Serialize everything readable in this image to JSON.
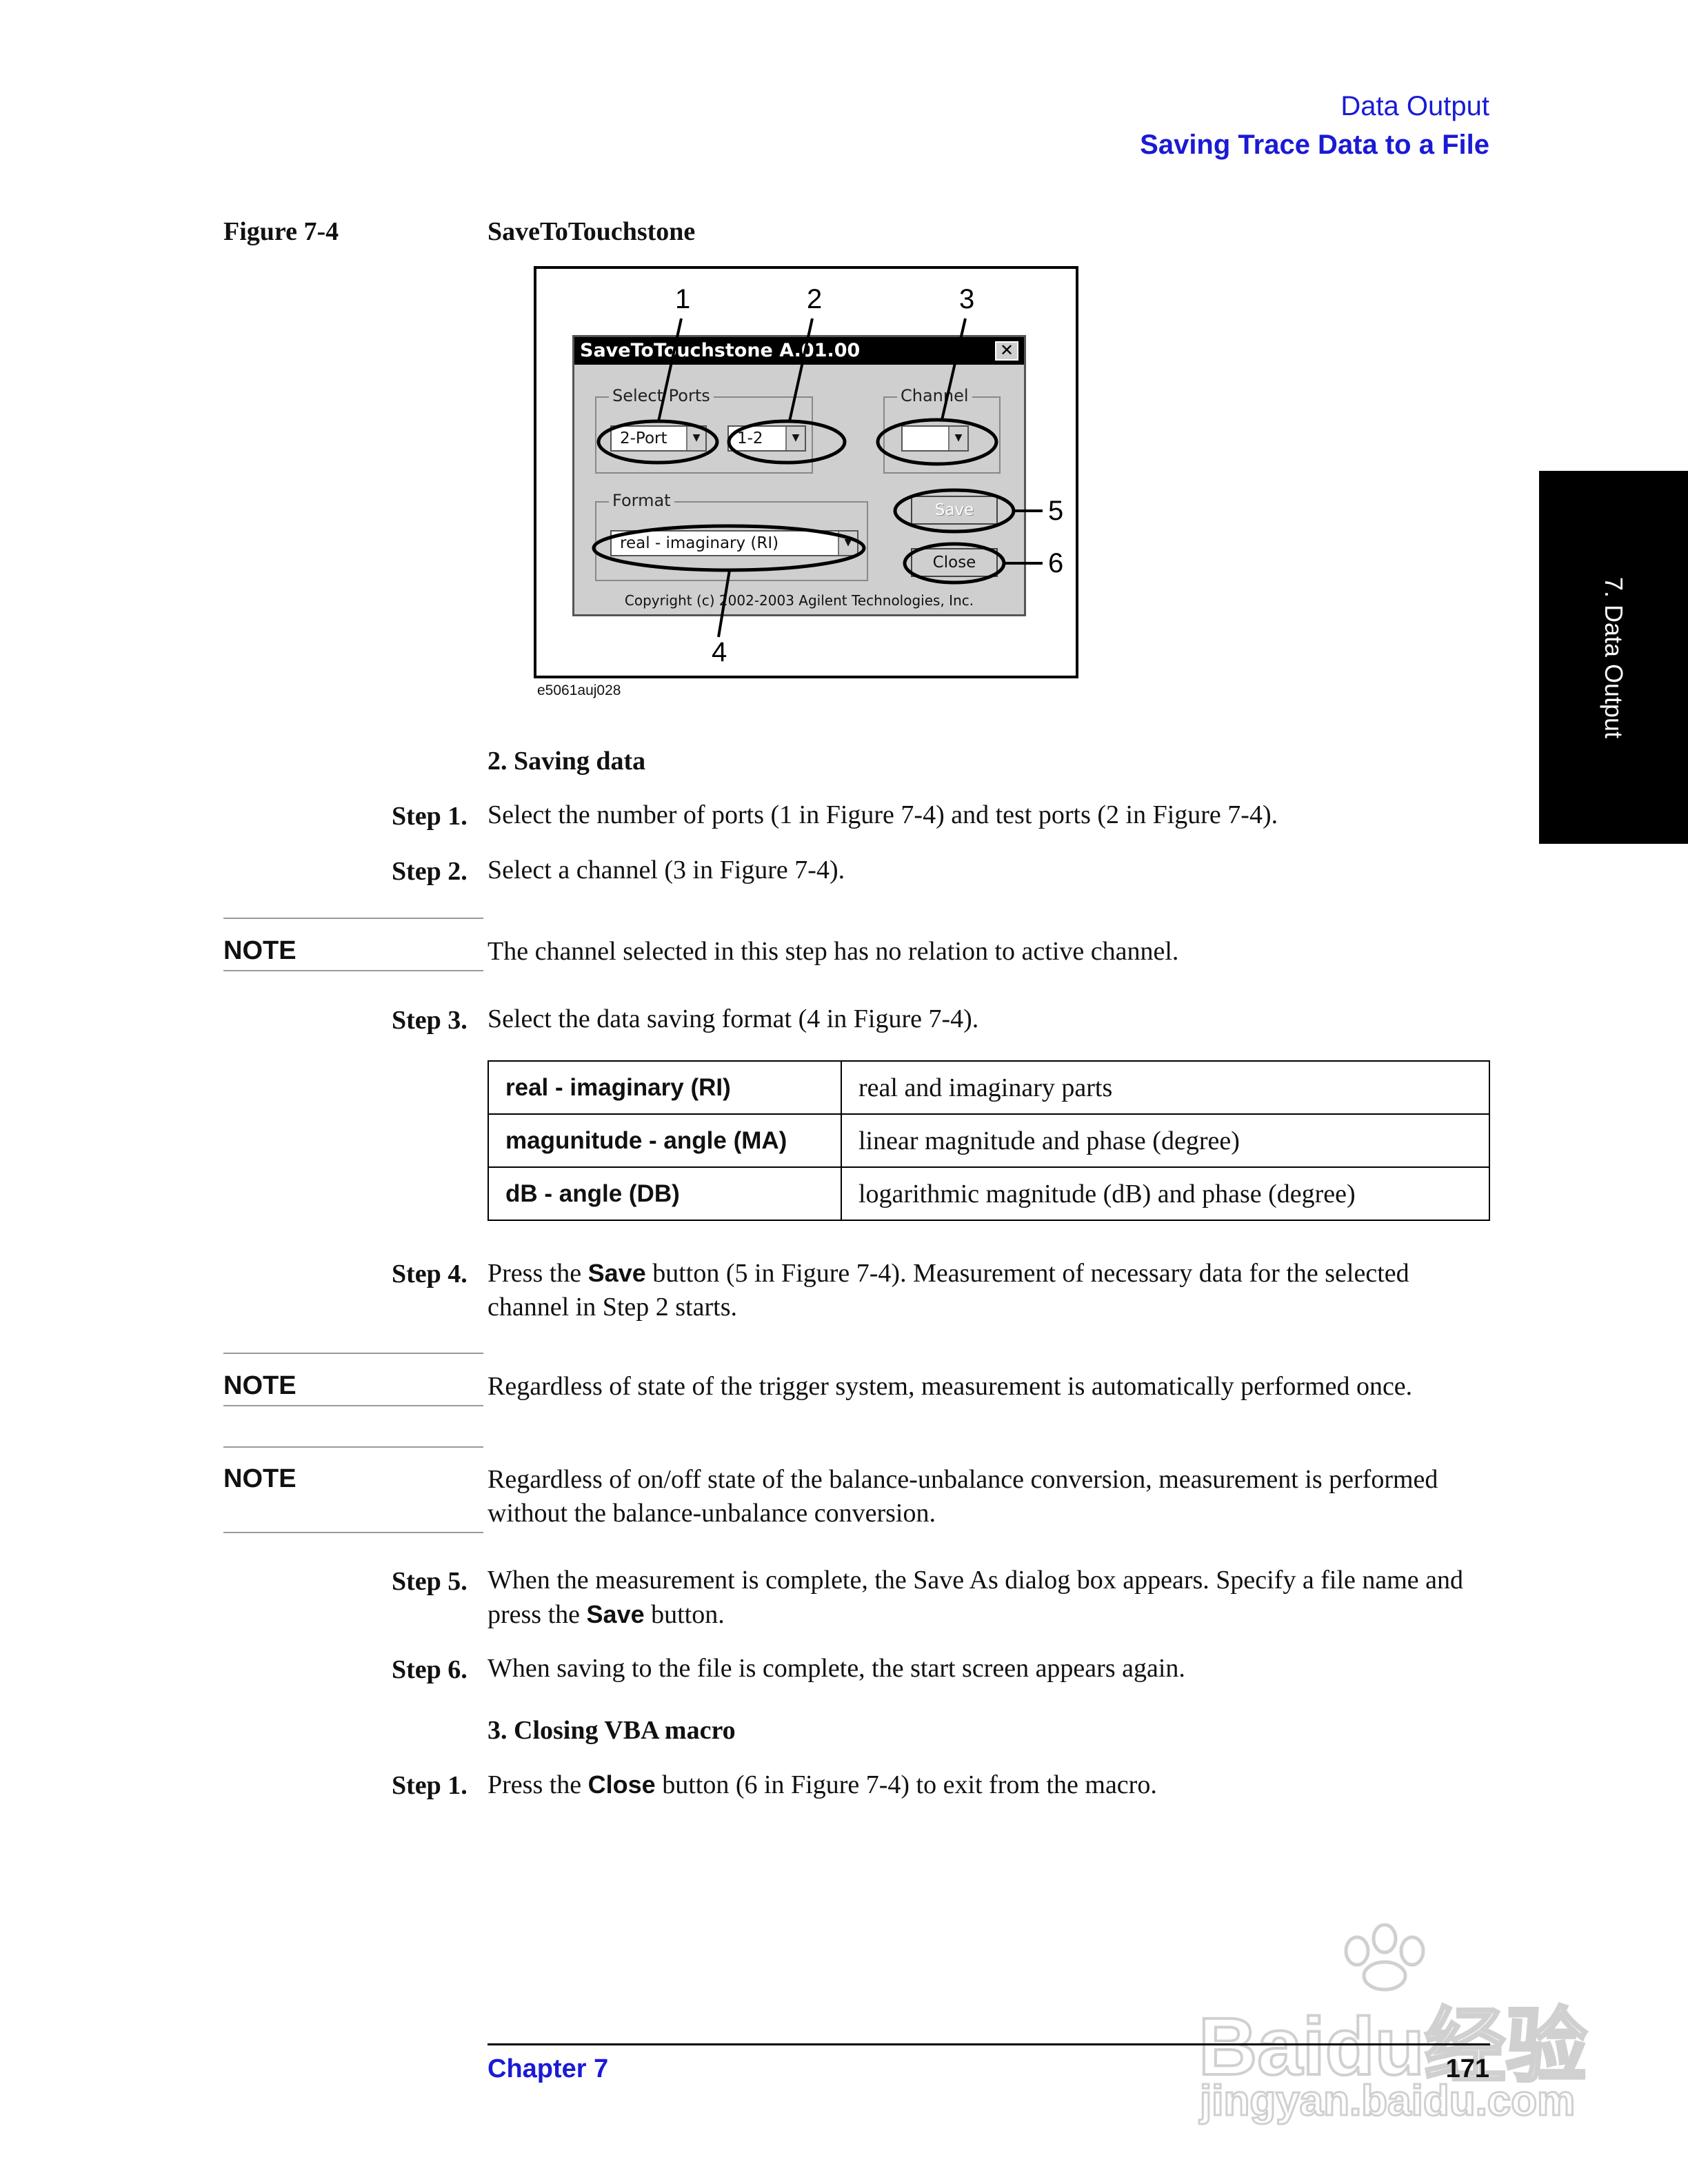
{
  "header": {
    "section": "Data Output",
    "title": "Saving Trace Data to a File"
  },
  "side_tab": "7. Data Output",
  "figure": {
    "label": "Figure 7-4",
    "title": "SaveToTouchstone",
    "code": "e5061auj028",
    "callouts": [
      "1",
      "2",
      "3",
      "4",
      "5",
      "6"
    ],
    "dialog": {
      "title": "SaveToTouchstone A.01.00",
      "close_glyph": "✕",
      "select_ports_label": "Select Ports",
      "ports_value": "2-Port",
      "test_ports_value": "1-2",
      "channel_label": "Channel",
      "channel_value": "",
      "format_label": "Format",
      "format_value": "real - imaginary (RI)",
      "save_button": "Save",
      "close_button": "Close",
      "copyright": "Copyright (c) 2002-2003 Agilent Technologies, Inc."
    }
  },
  "saving": {
    "heading": "2. Saving data",
    "step1_label": "Step 1.",
    "step1_text": "Select the number of ports (1 in Figure 7-4) and test ports (2 in Figure 7-4).",
    "step2_label": "Step 2.",
    "step2_text": "Select a channel (3 in Figure 7-4).",
    "note1_label": "NOTE",
    "note1_text": "The channel selected in this step has no relation to active channel.",
    "step3_label": "Step 3.",
    "step3_text": "Select the data saving format (4 in Figure 7-4).",
    "formats": [
      {
        "name": "real - imaginary (RI)",
        "desc": "real and imaginary parts"
      },
      {
        "name": "magunitude - angle (MA)",
        "desc": "linear magnitude and phase (degree)"
      },
      {
        "name": "dB - angle (DB)",
        "desc": "logarithmic magnitude (dB) and phase (degree)"
      }
    ],
    "step4_label": "Step 4.",
    "step4_pre": "Press the ",
    "step4_key": "Save",
    "step4_post": " button (5 in Figure 7-4). Measurement of necessary data for the selected channel in Step 2 starts.",
    "note2_label": "NOTE",
    "note2_text": "Regardless of state of the trigger system, measurement is automatically performed once.",
    "note3_label": "NOTE",
    "note3_text": "Regardless of on/off state of the balance-unbalance conversion, measurement is performed without the balance-unbalance conversion.",
    "step5_label": "Step 5.",
    "step5_pre": "When the measurement is complete, the Save As dialog box appears. Specify a file name and press the ",
    "step5_key": "Save",
    "step5_post": " button.",
    "step6_label": "Step 6.",
    "step6_text": "When saving to the file is complete, the start screen appears again."
  },
  "closing": {
    "heading": "3. Closing VBA macro",
    "step1_label": "Step 1.",
    "step1_pre": "Press the ",
    "step1_key": "Close",
    "step1_post": " button (6 in Figure 7-4) to exit from the macro."
  },
  "footer": {
    "chapter": "Chapter 7",
    "page": "171"
  },
  "watermark": {
    "line1": "Baidu经验",
    "line2": "jingyan.baidu.com"
  }
}
